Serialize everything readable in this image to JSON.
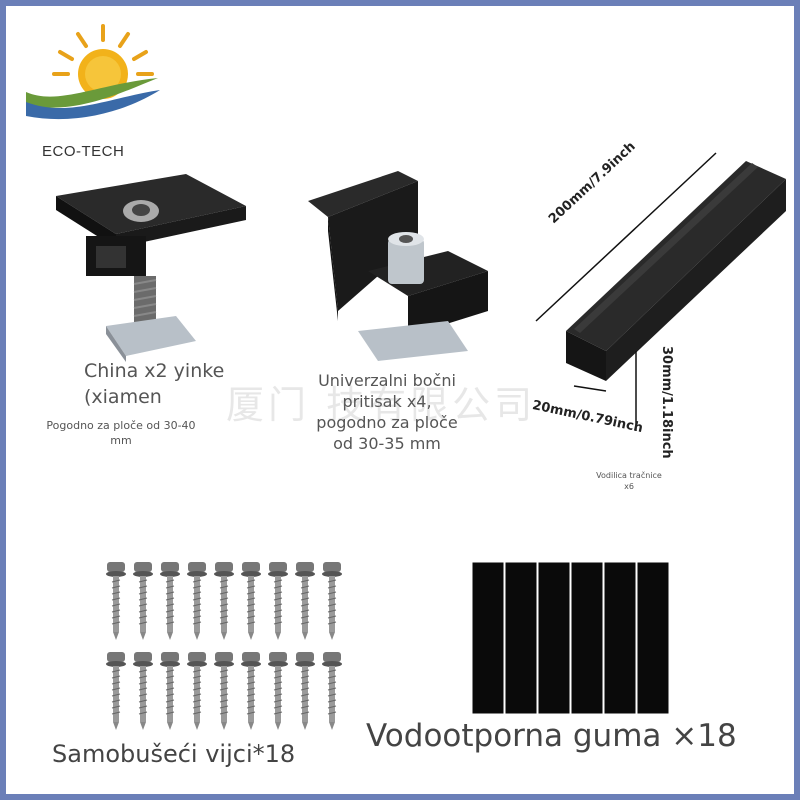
{
  "brand": {
    "name": "ECO-TECH",
    "logo_icon": "sun-wave-logo"
  },
  "watermark": "厦门  技有限公司",
  "mid_clamp": {
    "title": "China x2 yinke (xiamen",
    "note": "Pogodno za ploče od 30-40 mm"
  },
  "end_clamp": {
    "label": "Univerzalni bočni pritisak x4, pogodno za ploče od 30-35 mm"
  },
  "rail": {
    "length_label": "200mm/7.9inch",
    "height_label": "30mm/1.18inch",
    "width_label": "20mm/0.79inch",
    "note": "Vodilica tračnice x6"
  },
  "screws": {
    "caption": "Samobušeći vijci*18",
    "count": 18
  },
  "rubber": {
    "caption": "Vodootporna guma ×18",
    "strip_count": 6
  }
}
